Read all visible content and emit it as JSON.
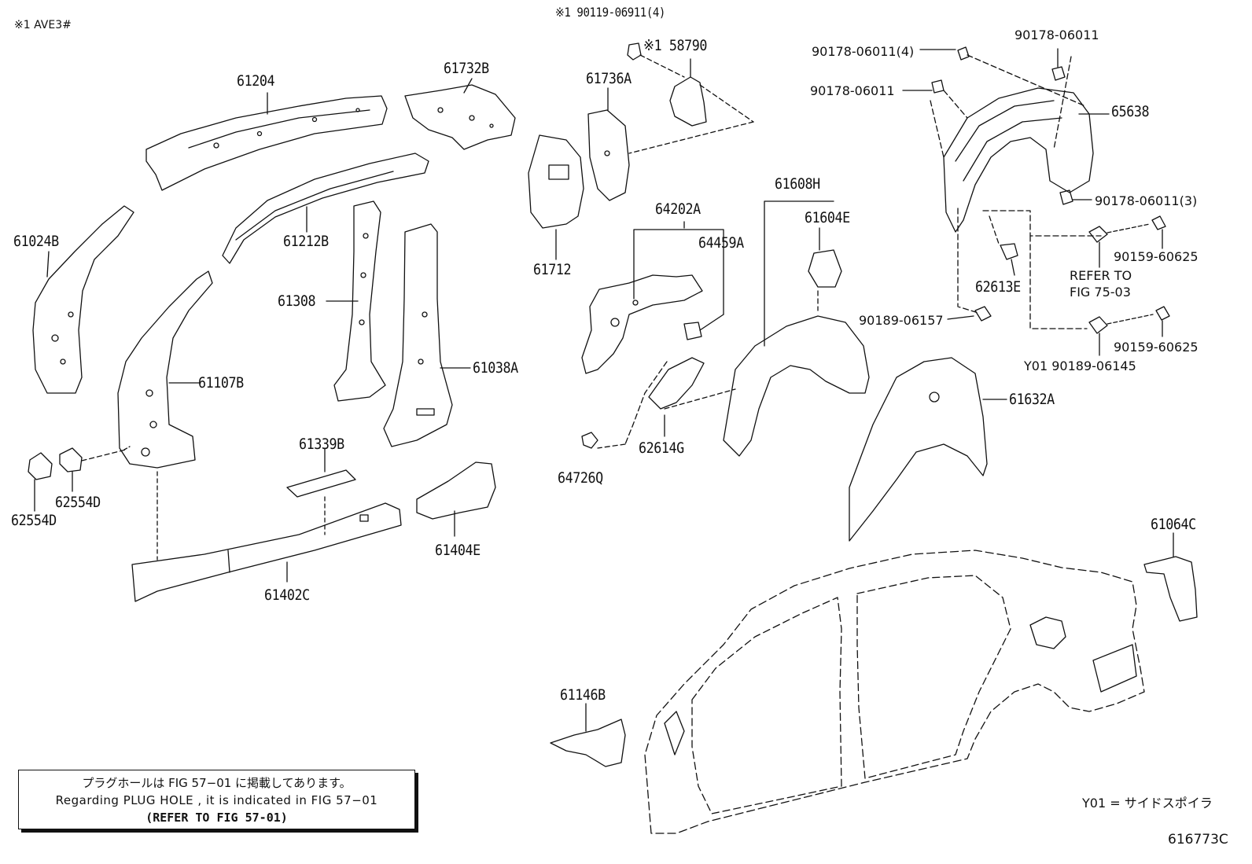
{
  "variant_note": "※1 AVE3#",
  "labels": {
    "p90119": "※1 90119-06911(4)",
    "p58790": "※1 58790",
    "p61204": "61204",
    "p61732B": "61732B",
    "p61736A": "61736A",
    "p61024B": "61024B",
    "p61212B": "61212B",
    "p61308": "61308",
    "p61107B": "61107B",
    "p61038A": "61038A",
    "p61712": "61712",
    "p64202A": "64202A",
    "p64459A": "64459A",
    "p61608H": "61608H",
    "p61604E": "61604E",
    "p65638": "65638",
    "p90178a": "90178-06011(4)",
    "p90178b": "90178-06011",
    "p90178c": "90178-06011",
    "p90178d": "90178-06011(3)",
    "p90159a": "90159-60625",
    "p90159b": "90159-60625",
    "p62613E": "62613E",
    "refer1": "REFER TO",
    "refer2": "FIG 75-03",
    "p90189a": "90189-06157",
    "p90189b": "Y01 90189-06145",
    "p61632A": "61632A",
    "p62614G": "62614G",
    "p64726Q": "64726Q",
    "p61339B": "61339B",
    "p62554D_a": "62554D",
    "p62554D_b": "62554D",
    "p61404E": "61404E",
    "p61402C": "61402C",
    "p61064C": "61064C",
    "p61146B": "61146B"
  },
  "note": {
    "jp": "プラグホールは FIG 57−01 に掲載してあります。",
    "en": "Regarding  PLUG  HOLE , it is indicated in FIG  57−01",
    "ref": "(REFER TO FIG 57-01)"
  },
  "legend": "Y01 = サイドスポイラ",
  "figure_id": "616773C"
}
